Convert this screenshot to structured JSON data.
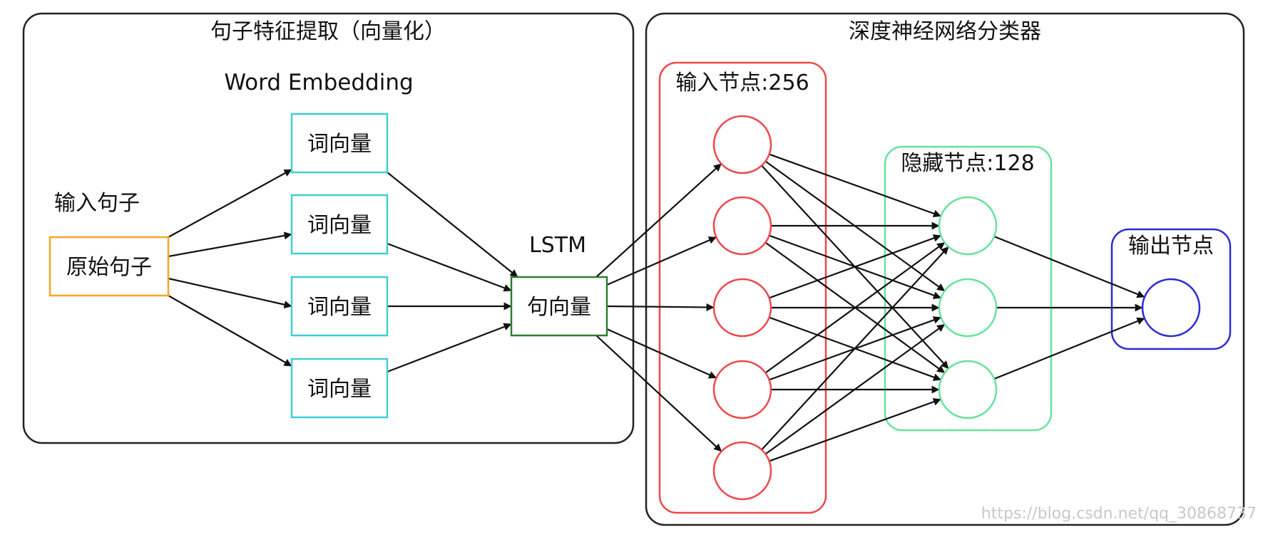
{
  "clusters": {
    "feature": {
      "title": "句子特征提取（向量化）"
    },
    "classifier": {
      "title": "深度神经网络分类器"
    }
  },
  "labels": {
    "word_embedding": "Word Embedding",
    "input_sentence": "输入句子",
    "lstm": "LSTM",
    "input_layer": "输入节点:256",
    "hidden_layer": "隐藏节点:128",
    "output_layer": "输出节点"
  },
  "nodes": {
    "raw_sentence": "原始句子",
    "word_vectors": [
      "词向量",
      "词向量",
      "词向量",
      "词向量"
    ],
    "sentence_vector": "句向量"
  },
  "colors": {
    "raw_sentence": "#f5a623",
    "word_vector": "#3fcfd6",
    "sentence_vector": "#2e7d32",
    "input_layer": "#f0474a",
    "hidden_layer": "#66e39a",
    "output_layer": "#2b2bd6",
    "edge": "#111111",
    "cluster": "#222222"
  },
  "watermark": "https://blog.csdn.net/qq_30868737"
}
